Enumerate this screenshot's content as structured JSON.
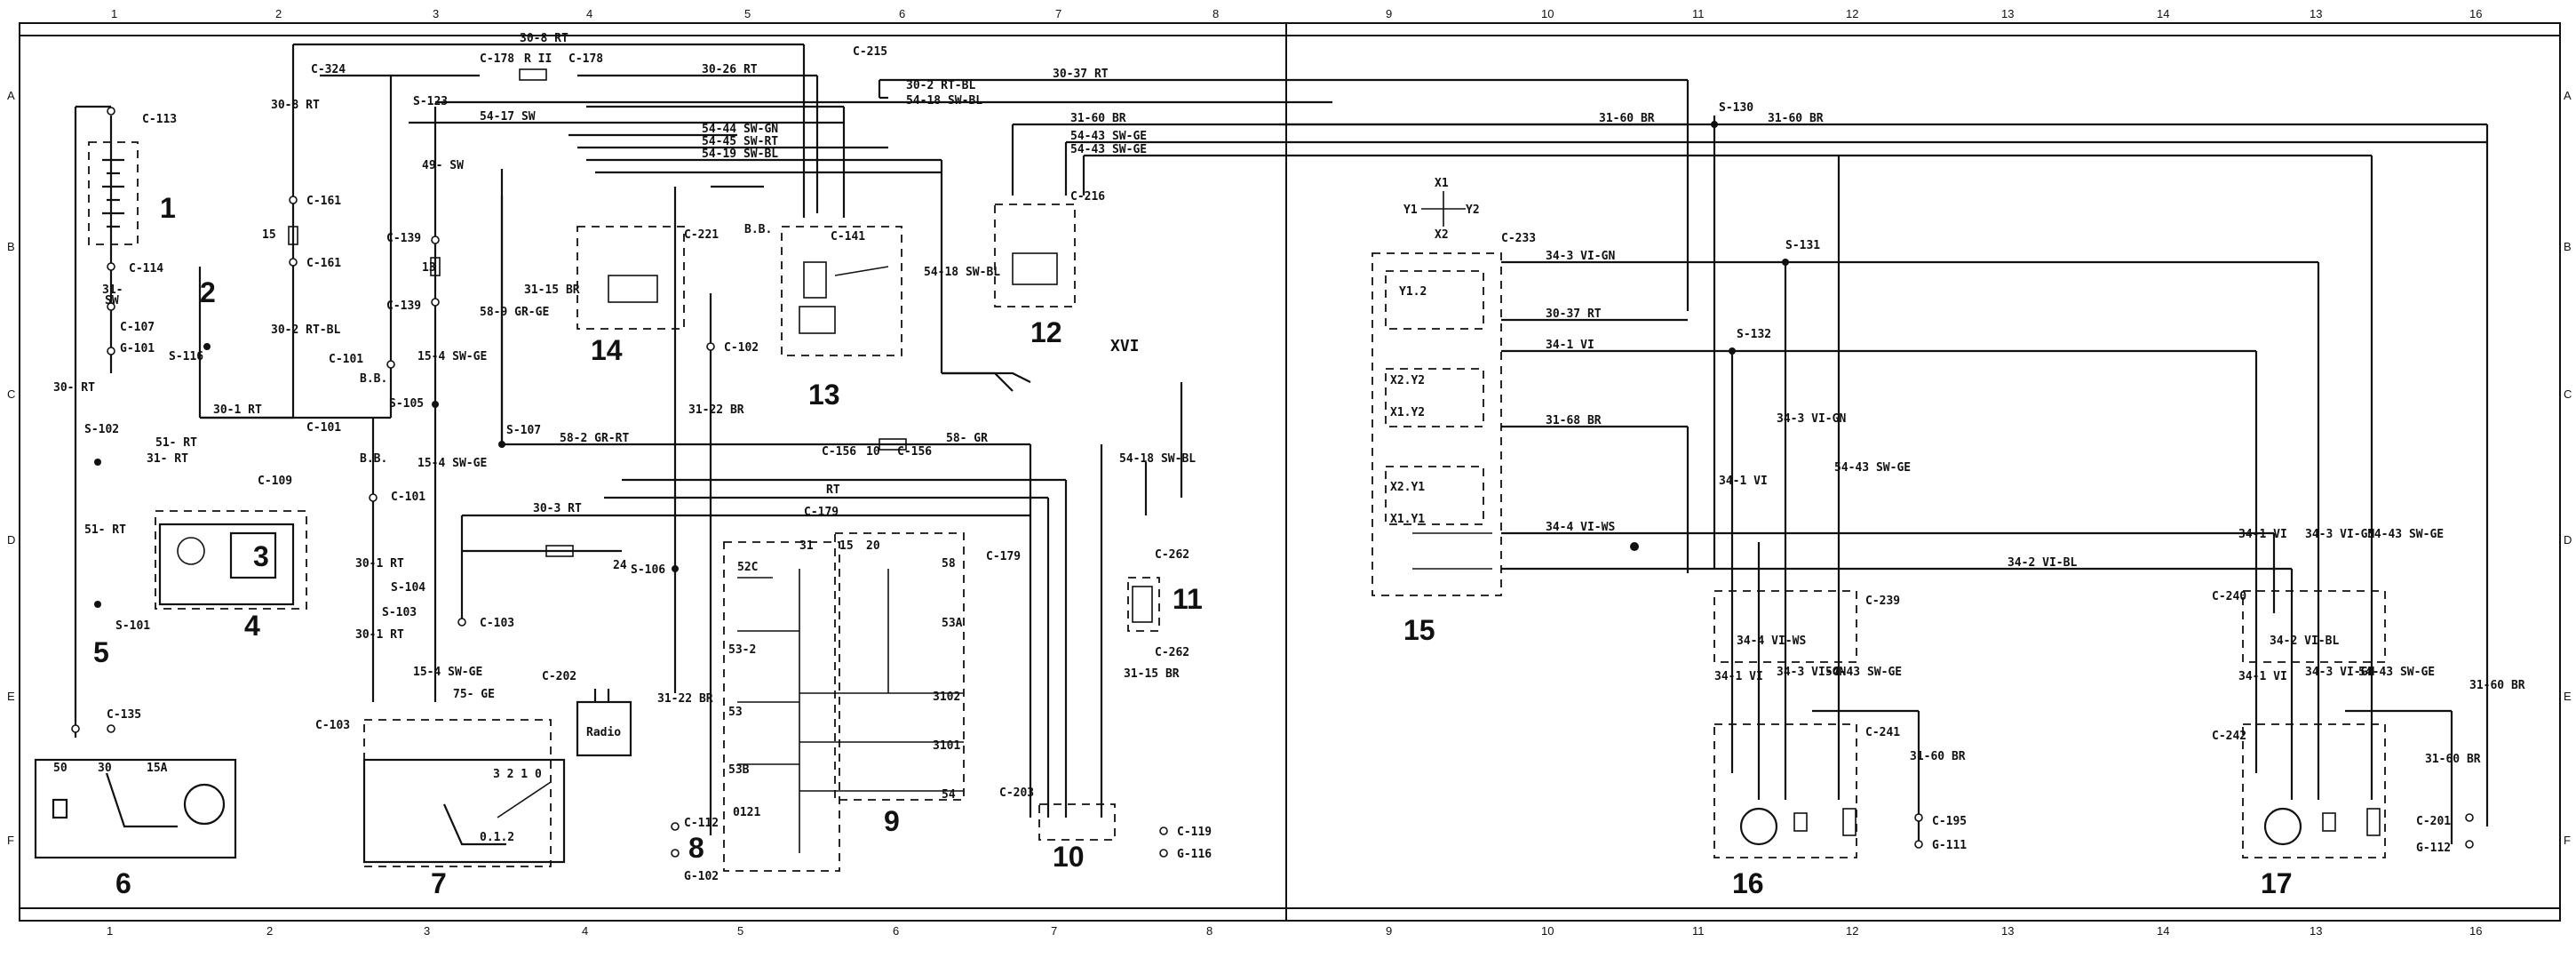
{
  "frame": {
    "columns": [
      "1",
      "2",
      "3",
      "4",
      "5",
      "6",
      "7",
      "8",
      "9",
      "10",
      "11",
      "12",
      "13",
      "14",
      "13",
      "16"
    ],
    "rows": [
      "A",
      "B",
      "C",
      "D",
      "E",
      "F"
    ]
  },
  "components": {
    "c1": "1",
    "c2": "2",
    "c3": "3",
    "c4": "4",
    "c5": "5",
    "c6": "6",
    "c7": "7",
    "c8": "8",
    "c9": "9",
    "c10": "10",
    "c11": "11",
    "c12": "12",
    "c13": "13",
    "c14": "14",
    "c15": "15",
    "c16": "16",
    "c17": "17",
    "roman": "XVI",
    "radio": "Radio"
  },
  "labels": {
    "w_30_8_rt": "30-8 RT",
    "c324": "C-324",
    "c178a": "C-178",
    "r11": "R II",
    "c178b": "C-178",
    "w_30_26_rt": "30-26 RT",
    "c215": "C-215",
    "w_30_2_rtbl": "30-2 RT-BL",
    "w_30_37_rt_top": "30-37 RT",
    "s123": "S-123",
    "w_54_17_sw": "54-17 SW",
    "w_54_18_swbl_top": "54-18 SW-BL",
    "w_54_44": "54-44 SW-GN",
    "w_54_45": "54-45 SW-RT",
    "w_54_19": "54-19 SW-BL",
    "w_31_60_br_a": "31-60 BR",
    "w_54_43_a": "54-43 SW-GE",
    "w_54_43_b": "54-43 SW-GE",
    "c113": "C-113",
    "c114": "C-114",
    "w_31_sw": "31-",
    "w_sw": "SW",
    "c107": "C-107",
    "g101": "G-101",
    "s116": "S-116",
    "w_30_1_rt": "30-1 RT",
    "c161a": "C-161",
    "c161b": "C-161",
    "fuse15": "15",
    "w_30_2_rtbl_b": "30-2 RT-BL",
    "w_30_8_rt_v": "30-8 RT",
    "w_30_rt_left": "30- RT",
    "c101a": "C-101",
    "c101b": "C-101",
    "c101c": "C-101",
    "bb1": "B.B.",
    "bb2": "B.B.",
    "s105": "S-105",
    "c139a": "C-139",
    "c139b": "C-139",
    "fuse13": "13",
    "w_49_sw": "49- SW",
    "w_15_4_swge_a": "15-4 SW-GE",
    "w_15_4_swge_b": "15-4 SW-GE",
    "s102": "S-102",
    "w_51_rt_a": "51- RT",
    "w_31_rt": "31- RT",
    "c109": "C-109",
    "w_51_rt_v": "51- RT",
    "s101": "S-101",
    "c135": "C-135",
    "c221": "C-221",
    "w_31_15_br": "31-15 BR",
    "w_58_9_grge": "58-9 GR-GE",
    "s107": "S-107",
    "w_58_2_grrt": "58-2 GR-RT",
    "c102": "C-102",
    "w_31_22_br": "31-22 BR",
    "bb3": "B.B.",
    "c141": "C-141",
    "c156a": "C-156",
    "fuse10": "10",
    "c156b": "C-156",
    "w_58_gr": "58- GR",
    "w_54_18_swbl_mid": "54-18 SW-BL",
    "c216": "C-216",
    "w_54_18_swbl_r": "54-18 SW-BL",
    "w_rt": "RT",
    "w_30_3_rt": "30-3 RT",
    "c179a": "C-179",
    "c179b": "C-179",
    "fuse24": "24",
    "s106": "S-106",
    "s104": "S-104",
    "s103": "S-103",
    "c103a": "C-103",
    "c103b": "C-103",
    "w_30_1_rt_b": "30-1 RT",
    "w_30_1_rt_c": "30-1 RT",
    "w_75_ge": "75- GE",
    "w_15_4_swge_c": "15-4 SW-GE",
    "c202": "C-202",
    "w_31_22_br_b": "31-22 BR",
    "c112": "C-112",
    "g102": "G-102",
    "p52c": "52C",
    "p532": "53-2",
    "p53": "53",
    "p53b": "53B",
    "p0121": "0121",
    "p31": "31",
    "p15": "15",
    "p20": "20",
    "p58": "58",
    "p53a": "53A",
    "p3102": "3102",
    "p3101": "3101",
    "p54": "54",
    "c262a": "C-262",
    "c262b": "C-262",
    "w_31_15_br_b": "31-15 BR",
    "c203": "C-203",
    "c119": "C-119",
    "g116": "G-116",
    "sw_pos": "0.1.2",
    "sw_321": "3 2 1 0",
    "p50": "50",
    "p30": "30",
    "p15a": "15A",
    "s130": "S-130",
    "w_31_60_br_b": "31-60 BR",
    "w_31_60_br_c": "31-60 BR",
    "x1": "X1",
    "y1": "Y1",
    "y2": "Y2",
    "x2": "X2",
    "c233": "C-233",
    "w_34_3_vign": "34-3 VI-GN",
    "s131": "S-131",
    "w_30_37_rt_b": "30-37 RT",
    "s132": "S-132",
    "w_34_1_vi": "34-1 VI",
    "w_31_68_br": "31-68 BR",
    "w_34_4_vi_ws": "34-4 VI-WS",
    "w_34_2_vibl": "34-2 VI-BL",
    "m_34_1_vi_a": "34-1 VI",
    "m_34_3_vign_a": "34-3 VI-GN",
    "m_54_43_swge_a": "54-43 SW-GE",
    "c239": "C-239",
    "m_34_4_viws": "34-4 VI-WS",
    "m_34_3_vign_a2": "34-3 VI-GN",
    "m_54_43_swge_a2": "54-43 SW-GE",
    "m_34_1_vi_a2": "34-1 VI",
    "c241": "C-241",
    "w_31_60_br_m16": "31-60 BR",
    "c195": "C-195",
    "g111": "G-111",
    "m_34_1_vi_b": "34-1 VI",
    "m_34_3_vign_b": "34-3 VI-GN",
    "m_54_43_swge_b": "54-43 SW-GE",
    "c240": "C-240",
    "m_34_2_vibl": "34-2 VI-BL",
    "m_34_3_vign_b2": "34-3 VI-GN",
    "m_54_43_swge_b2": "54-43 SW-GE",
    "m_34_1_vi_b2": "34-1 VI",
    "c242": "C-242",
    "w_31_60_br_m17": "31-60 BR",
    "w_31_60_br_r": "31-60 BR",
    "c201": "C-201",
    "g112": "G-112",
    "sw15_y1": "Y1.2",
    "sw15_x2y2": "X2.Y2",
    "sw15_x1y2": "X1.Y2",
    "sw15_x2y1": "X2.Y1",
    "sw15_x1y1": "X1.Y1"
  },
  "colors": {
    "ink": "#111111",
    "paper": "#ffffff"
  }
}
